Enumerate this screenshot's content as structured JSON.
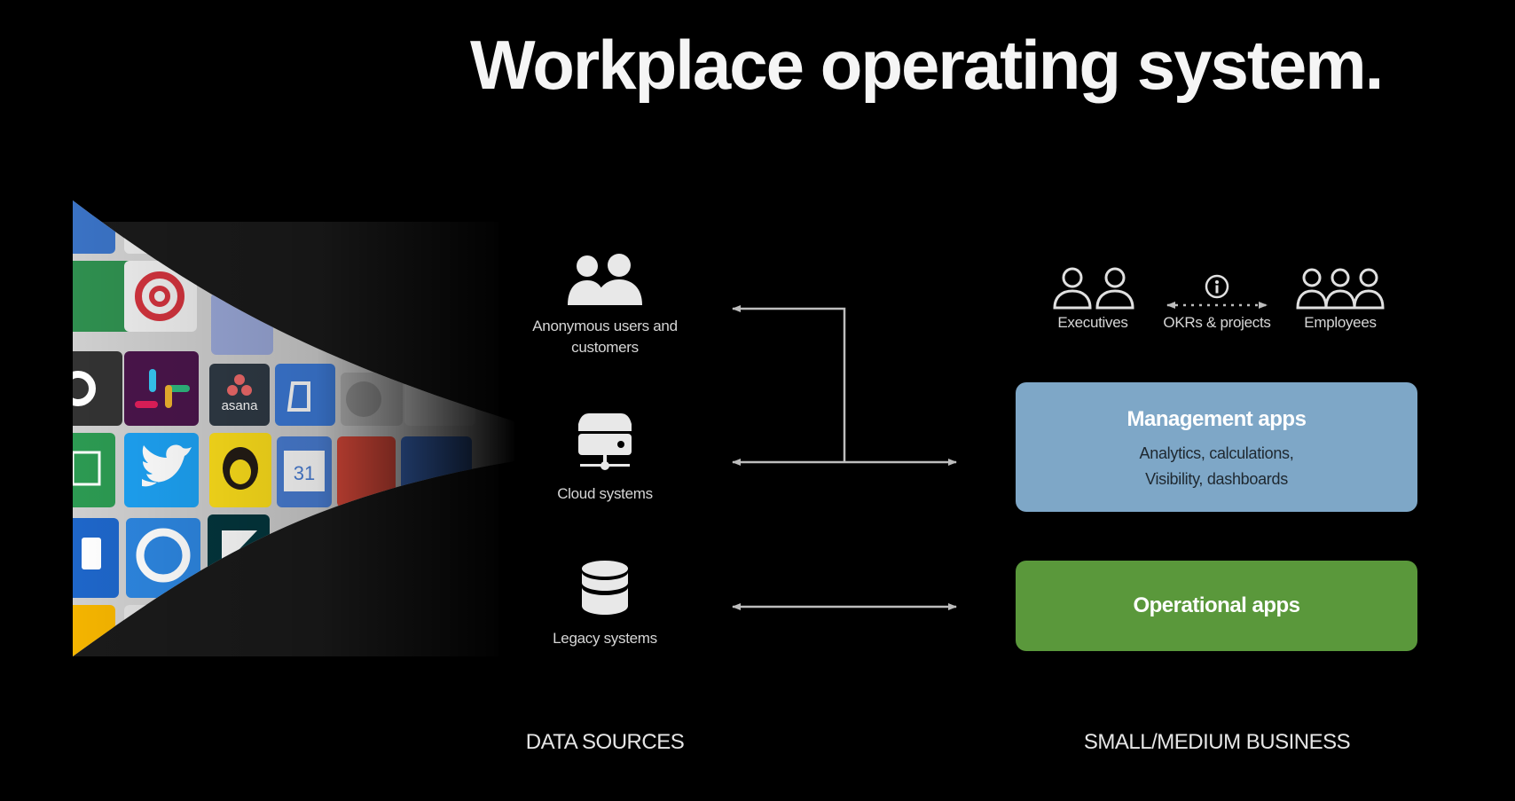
{
  "title": "Workplace operating system.",
  "logos": [
    {
      "name": "slack",
      "label": ""
    },
    {
      "name": "asana",
      "label": "asana"
    },
    {
      "name": "twitter",
      "label": ""
    },
    {
      "name": "mailchimp",
      "label": ""
    },
    {
      "name": "google-calendar",
      "label": "31"
    },
    {
      "name": "zendesk",
      "label": ""
    }
  ],
  "sources": [
    {
      "id": "anonymous",
      "icon": "users-icon",
      "label_line1": "Anonymous users and",
      "label_line2": "customers"
    },
    {
      "id": "cloud",
      "icon": "server-icon",
      "label_line1": "Cloud systems"
    },
    {
      "id": "legacy",
      "icon": "database-icon",
      "label_line1": "Legacy systems"
    }
  ],
  "people": {
    "executives": "Executives",
    "okrs": "OKRs & projects",
    "employees": "Employees"
  },
  "management": {
    "title": "Management apps",
    "desc_line1": "Analytics, calculations,",
    "desc_line2": "Visibility, dashboards",
    "color": "#7ea7c7"
  },
  "operational": {
    "title": "Operational apps",
    "color": "#5a983b"
  },
  "sections": {
    "data_sources": "DATA SOURCES",
    "business": "SMALL/MEDIUM BUSINESS"
  }
}
